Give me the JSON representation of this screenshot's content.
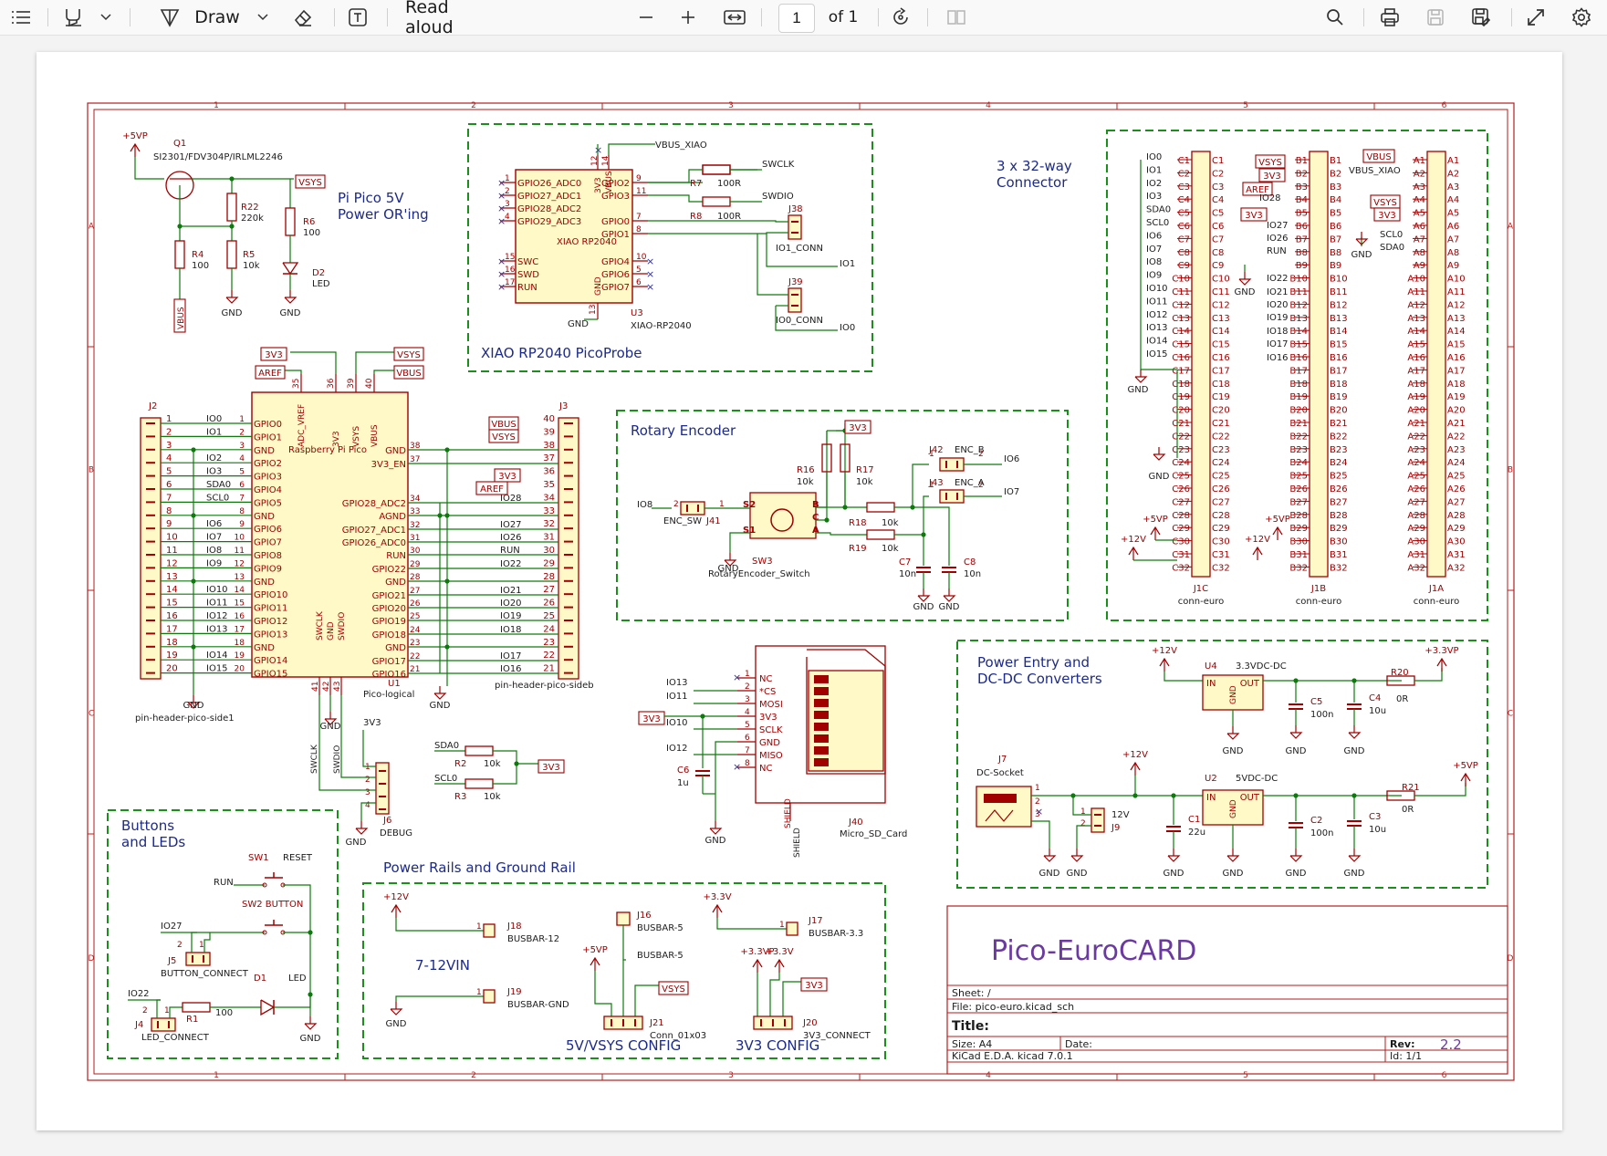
{
  "toolbar": {
    "draw_label": "Draw",
    "read_aloud_label": "Read aloud",
    "page_number": "1",
    "page_total": "of 1"
  },
  "colors": {
    "frame": "#b31e1e",
    "wire": "#0e7a0e",
    "comp": "#a00000",
    "fill": "#fff9c8",
    "label": "#1c1c1c",
    "box": "#1a8f1a",
    "text_blue": "#1c2a8a"
  },
  "frame": {
    "cols": [
      "1",
      "2",
      "3",
      "4",
      "5",
      "6"
    ],
    "rows": [
      "A",
      "B",
      "C",
      "D"
    ]
  },
  "sections": {
    "power_or": "Pi Pico 5V\nPower OR'ing",
    "xiao": "XIAO RP2040 PicoProbe",
    "connector": "3 x 32-way\nConnector",
    "rotary": "Rotary Encoder",
    "power_entry": "Power Entry and\nDC-DC Converters",
    "buttons": "Buttons\nand LEDs",
    "rails": "Power Rails and Ground Rail",
    "vin": "7-12VIN",
    "cfg5v": "5V/VSYS CONFIG",
    "cfg3v3": "3V3 CONFIG"
  },
  "title_block": {
    "title": "Pico-EuroCARD",
    "sheet": "Sheet: /",
    "file": "File: pico-euro.kicad_sch",
    "title_label": "Title:",
    "size": "Size: A4",
    "date": "Date:",
    "rev_label": "Rev:",
    "rev": "2.2",
    "tool": "KiCad E.D.A.  kicad 7.0.1",
    "id": "Id: 1/1"
  },
  "pico": {
    "ref": "U1",
    "value": "Pico-logical",
    "name": "Raspberry Pi Pico",
    "left_pins": [
      {
        "n": "1",
        "name": "GPIO0",
        "net": "IO0"
      },
      {
        "n": "2",
        "name": "GPIO1",
        "net": "IO1"
      },
      {
        "n": "3",
        "name": "GND",
        "net": ""
      },
      {
        "n": "4",
        "name": "GPIO2",
        "net": "IO2"
      },
      {
        "n": "5",
        "name": "GPIO3",
        "net": "IO3"
      },
      {
        "n": "6",
        "name": "GPIO4",
        "net": "SDA0"
      },
      {
        "n": "7",
        "name": "GPIO5",
        "net": "SCL0"
      },
      {
        "n": "8",
        "name": "GND",
        "net": ""
      },
      {
        "n": "9",
        "name": "GPIO6",
        "net": "IO6"
      },
      {
        "n": "10",
        "name": "GPIO7",
        "net": "IO7"
      },
      {
        "n": "11",
        "name": "GPIO8",
        "net": "IO8"
      },
      {
        "n": "12",
        "name": "GPIO9",
        "net": "IO9"
      },
      {
        "n": "13",
        "name": "GND",
        "net": ""
      },
      {
        "n": "14",
        "name": "GPIO10",
        "net": "IO10"
      },
      {
        "n": "15",
        "name": "GPIO11",
        "net": "IO11"
      },
      {
        "n": "16",
        "name": "GPIO12",
        "net": "IO12"
      },
      {
        "n": "17",
        "name": "GPIO13",
        "net": "IO13"
      },
      {
        "n": "18",
        "name": "GND",
        "net": ""
      },
      {
        "n": "19",
        "name": "GPIO14",
        "net": "IO14"
      },
      {
        "n": "20",
        "name": "GPIO15",
        "net": "IO15"
      }
    ],
    "right_pins": [
      {
        "n": "38",
        "name": "GND",
        "net": ""
      },
      {
        "n": "37",
        "name": "3V3_EN",
        "net": ""
      },
      {
        "n": "34",
        "name": "GPIO28_ADC2",
        "net": "IO28"
      },
      {
        "n": "33",
        "name": "AGND",
        "net": ""
      },
      {
        "n": "32",
        "name": "GPIO27_ADC1",
        "net": "IO27"
      },
      {
        "n": "31",
        "name": "GPIO26_ADC0",
        "net": "IO26"
      },
      {
        "n": "30",
        "name": "RUN",
        "net": "RUN"
      },
      {
        "n": "29",
        "name": "GPIO22",
        "net": "IO22"
      },
      {
        "n": "28",
        "name": "GND",
        "net": ""
      },
      {
        "n": "27",
        "name": "GPIO21",
        "net": "IO21"
      },
      {
        "n": "26",
        "name": "GPIO20",
        "net": "IO20"
      },
      {
        "n": "25",
        "name": "GPIO19",
        "net": "IO19"
      },
      {
        "n": "24",
        "name": "GPIO18",
        "net": "IO18"
      },
      {
        "n": "23",
        "name": "GND",
        "net": ""
      },
      {
        "n": "22",
        "name": "GPIO17",
        "net": "IO17"
      },
      {
        "n": "21",
        "name": "GPIO16",
        "net": "IO16"
      }
    ],
    "top_pins": [
      {
        "n": "35",
        "name": "ADC_VREF"
      },
      {
        "n": "36",
        "name": "3V3"
      },
      {
        "n": "39",
        "name": "VSYS"
      },
      {
        "n": "40",
        "name": "VBUS"
      }
    ],
    "bottom_pins": [
      {
        "n": "41",
        "name": "SWCLK"
      },
      {
        "n": "42",
        "name": "GND"
      },
      {
        "n": "43",
        "name": "SWDIO"
      }
    ],
    "j2": "J2",
    "j2_value": "pin-header-pico-side1",
    "j3": "J3",
    "j3_value": "pin-header-pico-sideb",
    "j3_pins": [
      "40",
      "39",
      "38",
      "37",
      "36",
      "35",
      "34",
      "33",
      "32",
      "31",
      "30",
      "29",
      "28",
      "27",
      "26",
      "25",
      "24",
      "23",
      "22",
      "21"
    ]
  },
  "xiao": {
    "ref": "U3",
    "value": "XIAO-RP2040",
    "name": "XIAO RP2040",
    "left_pins": [
      "GPIO26_ADC0",
      "GPIO27_ADC1",
      "GPIO28_ADC2",
      "GPIO29_ADC3"
    ],
    "left_nums": [
      "1",
      "2",
      "3",
      "4"
    ],
    "left_pins2": [
      "SWC",
      "SWD",
      "RUN"
    ],
    "left_nums2": [
      "15",
      "16",
      "17"
    ],
    "right_pins": [
      "GPIO2",
      "GPIO3",
      "GPIO0",
      "GPIO1",
      "GPIO4",
      "GPIO6",
      "GPIO7"
    ],
    "right_nums": [
      "9",
      "11",
      "7",
      "8",
      "10",
      "5",
      "6"
    ],
    "top": [
      "3V3",
      "VBUS"
    ],
    "top_nums": [
      "12",
      "14"
    ],
    "bottom": "GND",
    "bottom_num": "13",
    "nets": {
      "vbus": "VBUS_XIAO",
      "swclk": "SWCLK",
      "swdio": "SWDIO",
      "io1": "IO1",
      "io0": "IO0",
      "gnd": "GND"
    },
    "r7": "R7",
    "r7v": "100R",
    "r8": "R8",
    "r8v": "100R",
    "j38": "J38",
    "j38v": "IO1_CONN",
    "j39": "J39",
    "j39v": "IO0_CONN"
  },
  "power_or": {
    "vin": "+5VP",
    "q1": "Q1",
    "q1v": "SI2301/FDV304P/IRLML2246",
    "vsys": "VSYS",
    "r22": "R22",
    "r22v": "220k",
    "r6": "R6",
    "r6v": "100",
    "r4": "R4",
    "r4v": "100",
    "r5": "R5",
    "r5v": "10k",
    "d2": "D2",
    "d2v": "LED",
    "vbus": "VBUS",
    "gnd": "GND"
  },
  "connectors": {
    "j1c": {
      "ref": "J1C",
      "value": "conn-euro",
      "prefix": "C",
      "nets": [
        "IO0",
        "IO1",
        "IO2",
        "IO3",
        "SDA0",
        "SCL0",
        "IO6",
        "IO7",
        "IO8",
        "IO9",
        "IO10",
        "IO11",
        "IO12",
        "IO13",
        "IO14",
        "IO15"
      ]
    },
    "j1b": {
      "ref": "J1B",
      "value": "conn-euro",
      "prefix": "B",
      "nets": [
        "VSYS",
        "3V3",
        "AREF",
        "IO28",
        "3V3",
        "IO27",
        "IO26",
        "RUN",
        "",
        "IO22",
        "IO21",
        "IO20",
        "IO19",
        "IO18",
        "IO17",
        "IO16"
      ]
    },
    "j1a": {
      "ref": "J1A",
      "value": "conn-euro",
      "prefix": "A",
      "nets": [
        "VBUS",
        "VBUS_XIAO",
        "",
        "",
        "VSYS",
        "3V3",
        "SCL0",
        "SDA0"
      ]
    },
    "rails": {
      "p5": "+5VP",
      "p12": "+12V",
      "gnd": "GND"
    }
  },
  "rotary": {
    "sw3": "SW3",
    "sw3v": "RotaryEncoder_Switch",
    "j41": "J41",
    "j41v": "ENC_SW",
    "r16": "R16",
    "r16v": "10k",
    "r17": "R17",
    "r17v": "10k",
    "r18": "R18",
    "r18v": "10k",
    "r19": "R19",
    "r19v": "10k",
    "c7": "C7",
    "c7v": "10n",
    "c8": "C8",
    "c8v": "10n",
    "j42": "J42",
    "j42v": "ENC_B",
    "j43": "J43",
    "j43v": "ENC_A",
    "io8": "IO8",
    "io6": "IO6",
    "io7": "IO7",
    "v3": "3V3",
    "gnd": "GND"
  },
  "sd": {
    "ref": "J40",
    "value": "Micro_SD_Card",
    "pins": [
      "NC",
      "*CS",
      "MOSI",
      "3V3",
      "SCLK",
      "GND",
      "MISO",
      "NC"
    ],
    "nets": [
      "IO13",
      "IO11",
      "3V3",
      "IO10",
      "IO12"
    ],
    "c6": "C6",
    "c6v": "1u",
    "shield": "SHIELD",
    "gnd": "GND"
  },
  "debug": {
    "ref": "J6",
    "value": "DEBUG",
    "v3": "3V3",
    "gnd": "GND",
    "swclk": "SWCLK",
    "swdio": "SWDIO"
  },
  "i2c": {
    "sda": "SDA0",
    "scl": "SCL0",
    "r2": "R2",
    "r2v": "10k",
    "r3": "R3",
    "r3v": "10k",
    "v3": "3V3"
  },
  "power_entry": {
    "u4": "U4",
    "u4v": "3.3VDC-DC",
    "u2": "U2",
    "u2v": "5VDC-DC",
    "in": "IN",
    "out": "OUT",
    "gnd": "GND",
    "c5": "C5",
    "c5v": "100n",
    "c4": "C4",
    "c4v": "10u",
    "r20": "R20",
    "r20v": "0R",
    "p33": "+3.3VP",
    "p12": "+12V",
    "j7": "J7",
    "j7v": "DC-Socket",
    "j9": "J9",
    "j9v": "12V",
    "c1": "C1",
    "c1v": "22u",
    "c2": "C2",
    "c2v": "100n",
    "c3": "C3",
    "c3v": "10u",
    "r21": "R21",
    "r21v": "0R",
    "p5": "+5VP"
  },
  "buttons": {
    "sw1": "SW1",
    "sw1v": "RESET",
    "sw2": "SW2 BUTTON",
    "run": "RUN",
    "io27": "IO27",
    "io22": "IO22",
    "j5": "J5",
    "j5v": "BUTTON_CONNECT",
    "j4": "J4",
    "j4v": "LED_CONNECT",
    "r1": "R1",
    "r1v": "100",
    "d1": "D1",
    "d1v": "LED",
    "gnd": "GND"
  },
  "rails": {
    "p12": "+12V",
    "j18": "J18",
    "j18v": "BUSBAR-12",
    "gnd": "GND",
    "j19": "J19",
    "j19v": "BUSBAR-GND",
    "j16": "J16",
    "j16v": "BUSBAR-5",
    "bus5": "BUSBAR-5",
    "p5": "+5VP",
    "vsys": "VSYS",
    "j21": "J21",
    "j21v": "Conn_01x03",
    "p33": "+3.3V",
    "j17": "J17",
    "j17v": "BUSBAR-3.3",
    "p33vp": "+3.3VP",
    "p33b": "+3.3V",
    "v3": "3V3",
    "j20": "J20",
    "j20v": "3V3_CONNECT"
  },
  "pico_labels": {
    "v3": "3V3",
    "aref": "AREF",
    "vsys": "VSYS",
    "vbus": "VBUS",
    "gnd": "GND"
  }
}
